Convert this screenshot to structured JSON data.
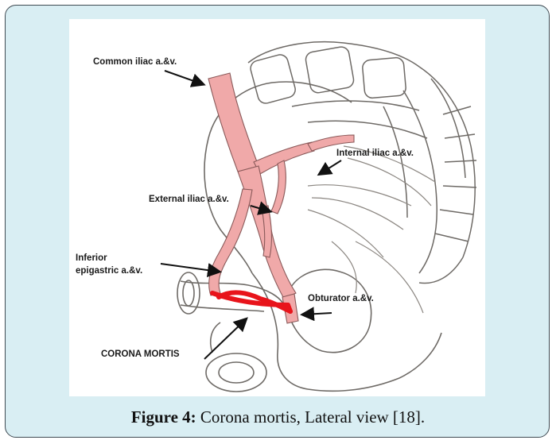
{
  "figure": {
    "labels": {
      "common_iliac": "Common iliac a.&v.",
      "internal_iliac": "Internal iliac a.&v.",
      "external_iliac": "External iliac a.&v.",
      "inferior_epigastric_line1": "Inferior",
      "inferior_epigastric_line2": "epigastric  a.&v.",
      "obturator": "Obturator a.&v.",
      "corona_mortis": "CORONA  MORTIS"
    },
    "colors": {
      "vessel": "#f0a9a9",
      "corona": "#e8141b",
      "bone_outline": "#6e6a66",
      "frame_background": "#d9eef3"
    }
  },
  "caption": {
    "label": "Figure 4:",
    "text": " Corona mortis, Lateral view [18]."
  }
}
